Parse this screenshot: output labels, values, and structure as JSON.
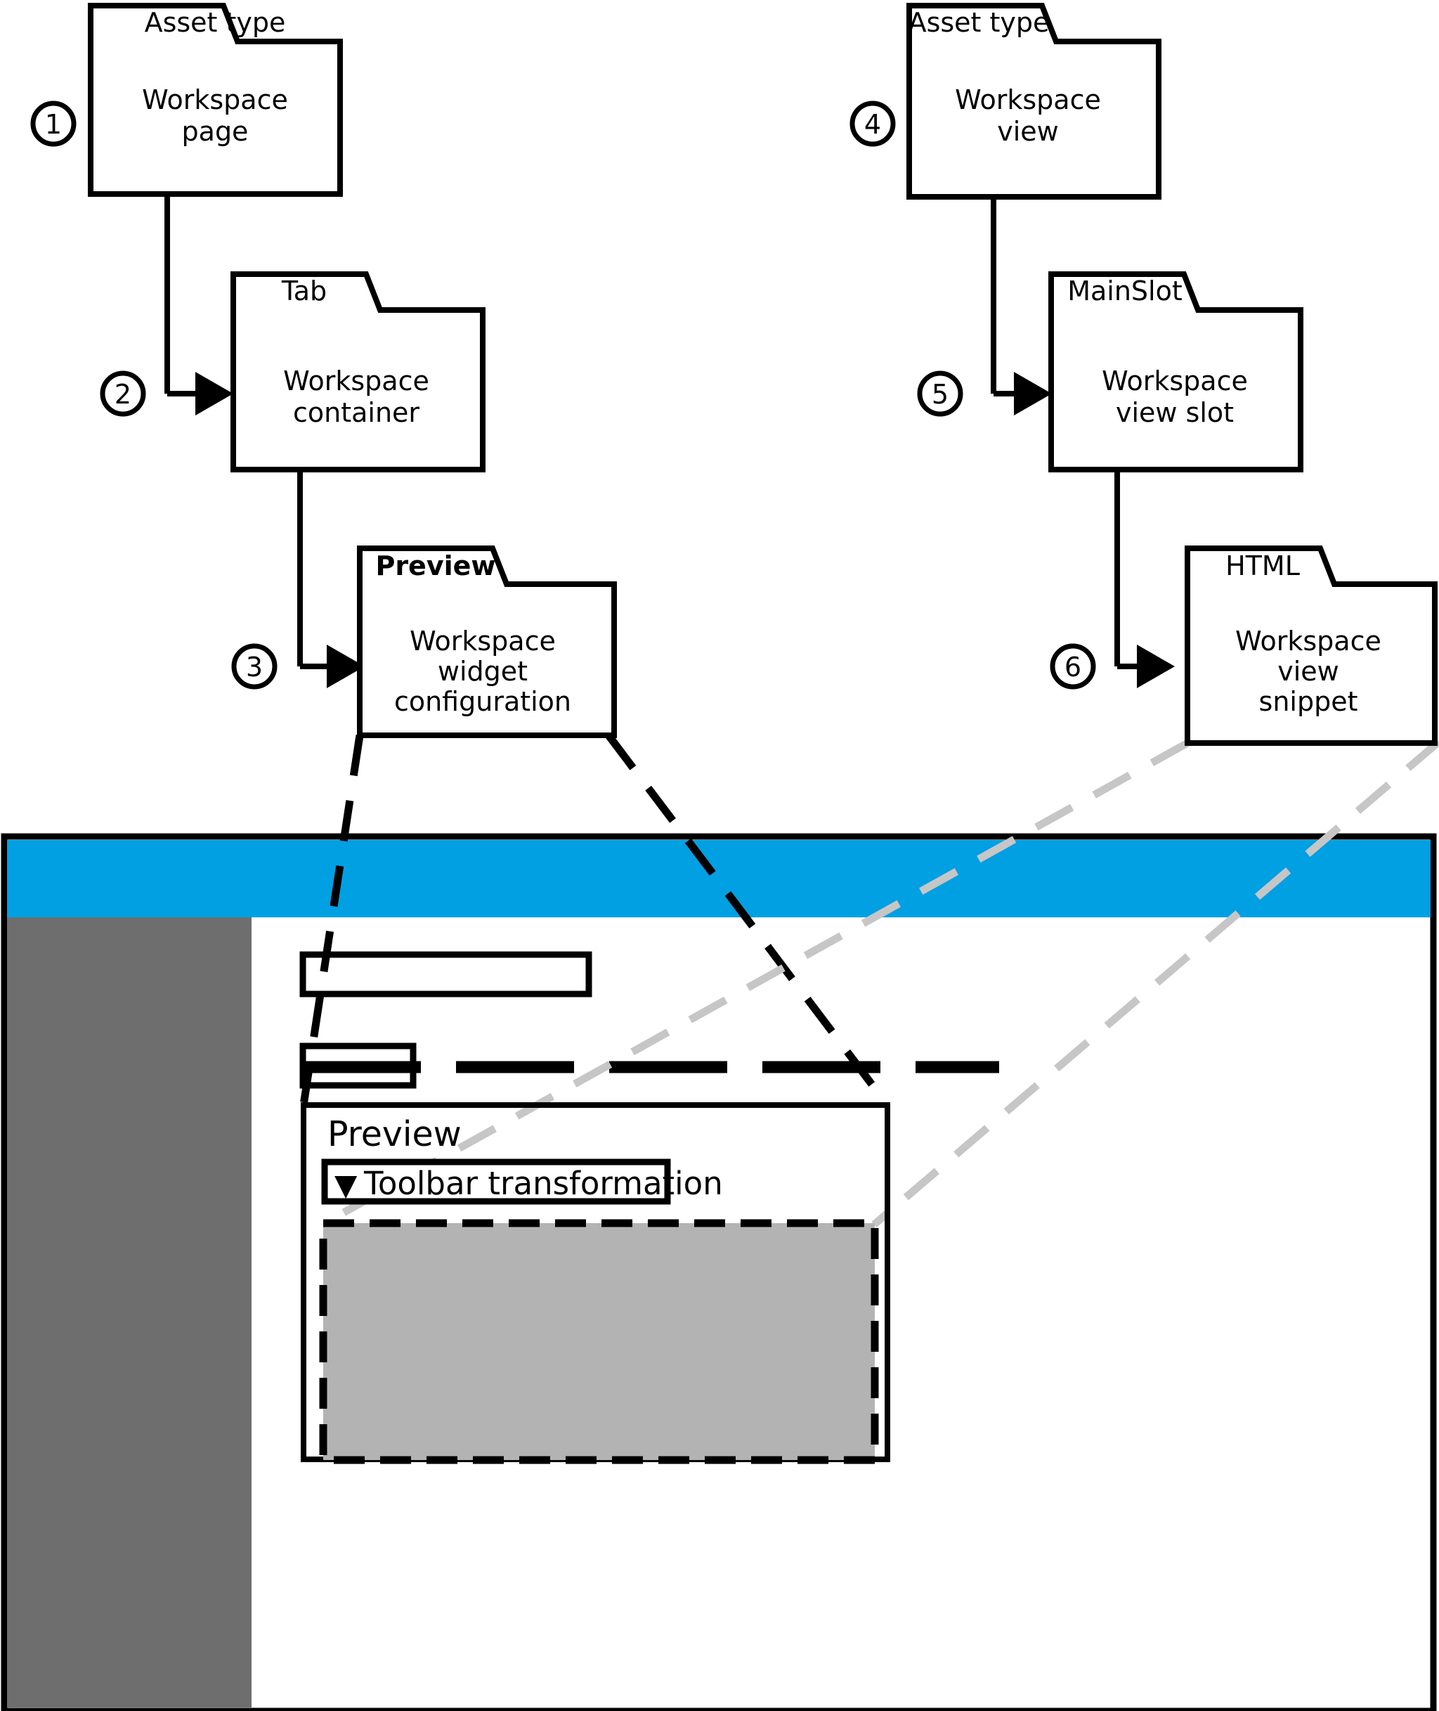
{
  "diagram": {
    "title_present": false,
    "steps": [
      {
        "number": "1",
        "tab_label": "Asset type",
        "tab_bold": false,
        "body_lines": [
          "Workspace",
          "page"
        ]
      },
      {
        "number": "2",
        "tab_label": "Tab",
        "tab_bold": false,
        "body_lines": [
          "Workspace",
          "container"
        ]
      },
      {
        "number": "3",
        "tab_label": "Preview",
        "tab_bold": true,
        "body_lines": [
          "Workspace",
          "widget",
          "configuration"
        ]
      },
      {
        "number": "4",
        "tab_label": "Asset type",
        "tab_bold": false,
        "body_lines": [
          "Workspace",
          "view"
        ]
      },
      {
        "number": "5",
        "tab_label": "MainSlot",
        "tab_bold": false,
        "body_lines": [
          "Workspace",
          "view slot"
        ]
      },
      {
        "number": "6",
        "tab_label": "HTML",
        "tab_bold": false,
        "body_lines": [
          "Workspace",
          "view",
          "snippet"
        ]
      }
    ]
  },
  "mockup": {
    "header_bar": {
      "color": "#00a0e3",
      "label": ""
    },
    "sidebar": {
      "color": "#6e6e6e",
      "label": ""
    },
    "content_background": "#ffffff",
    "tab_bar": {
      "label": ""
    },
    "active_tab": {
      "label": ""
    },
    "divider_rule": {
      "label": ""
    },
    "preview_panel": {
      "heading": "Preview",
      "dropdown": {
        "caret_glyph": "▼",
        "value": "Toolbar transformation"
      },
      "widget_region": {
        "fill": "#b3b3b3",
        "border_style": "dashed",
        "label": ""
      }
    }
  },
  "colors": {
    "stroke": "#000000",
    "leader_black": "#000000",
    "leader_gray": "#c6c6c6",
    "accent_blue": "#00a0e3",
    "sidebar_gray": "#6e6e6e",
    "widget_gray": "#b3b3b3"
  }
}
